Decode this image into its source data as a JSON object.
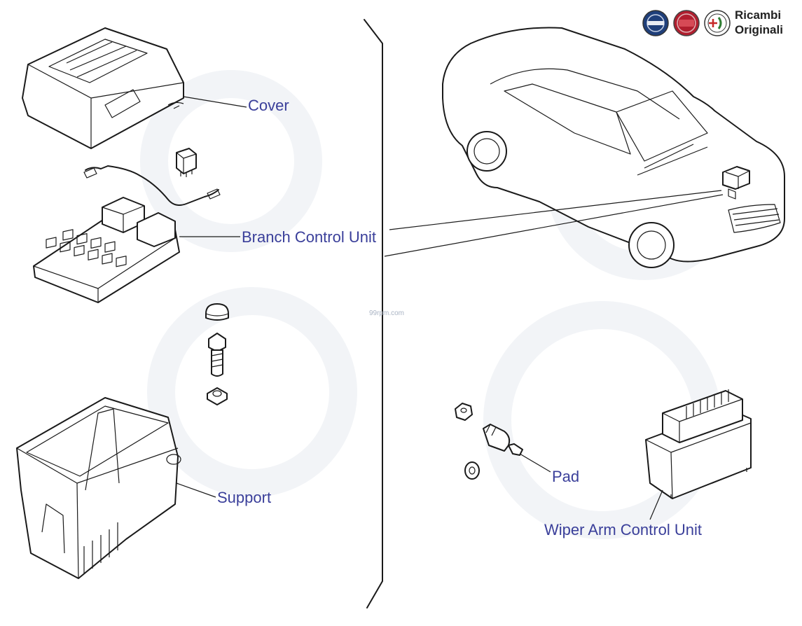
{
  "brand": {
    "logos": [
      "lancia-badge",
      "fiat-badge",
      "alfa-romeo-badge"
    ],
    "line1": "Ricambi",
    "line2": "Originali"
  },
  "watermark": "99rpm.com",
  "callouts": {
    "cover": "Cover",
    "branch_control_unit": "Branch Control Unit",
    "support": "Support",
    "pad": "Pad",
    "wiper_arm_control_unit": "Wiper Arm Control Unit"
  },
  "colors": {
    "callout_text": "#3a3f9a",
    "line_art": "#1a1a1a",
    "lancia_blue": "#1f3f7a",
    "fiat_red": "#b01e2e",
    "alfa_green": "#2e7d32"
  }
}
